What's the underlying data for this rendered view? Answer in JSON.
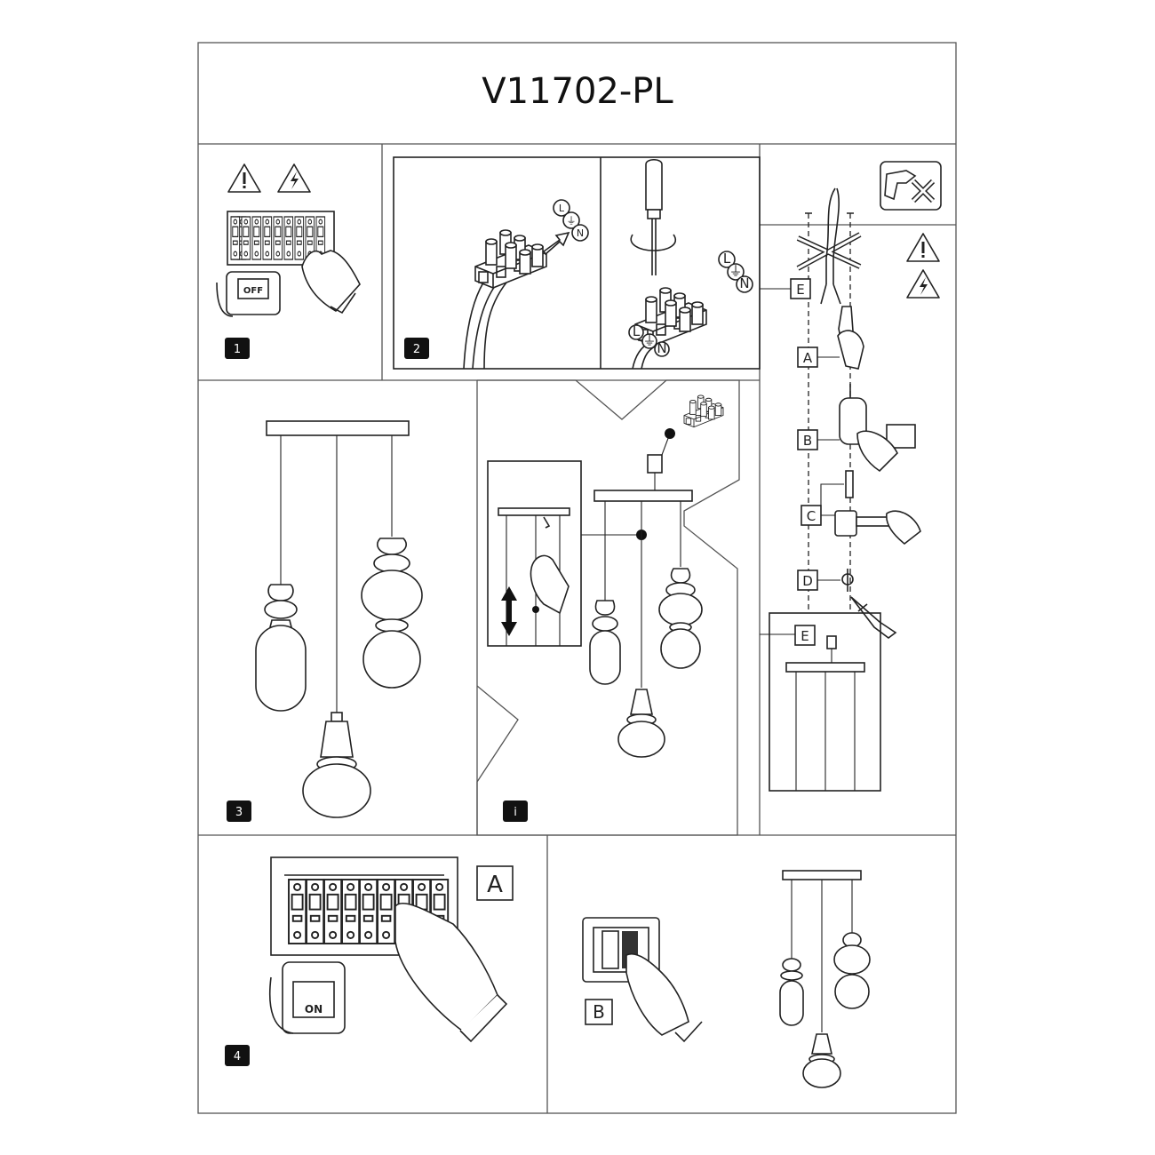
{
  "title": "V11702-PL",
  "steps": {
    "s1": "1",
    "s2": "2",
    "s3": "3",
    "info": "i",
    "s4": "4"
  },
  "switch_labels": {
    "off": "OFF",
    "on": "ON"
  },
  "wire_labels": {
    "live": "L",
    "neutral": "N",
    "earth": "⏚"
  },
  "mount_labels": {
    "a": "A",
    "b": "B",
    "c": "C",
    "d": "D",
    "e": "E"
  },
  "final_labels": {
    "a": "A",
    "b": "B"
  },
  "icons": [
    "warning-icon",
    "electric-hazard-icon",
    "no-drilling-icon",
    "screwdriver-icon",
    "fuse-box-icon",
    "hand-icon"
  ]
}
